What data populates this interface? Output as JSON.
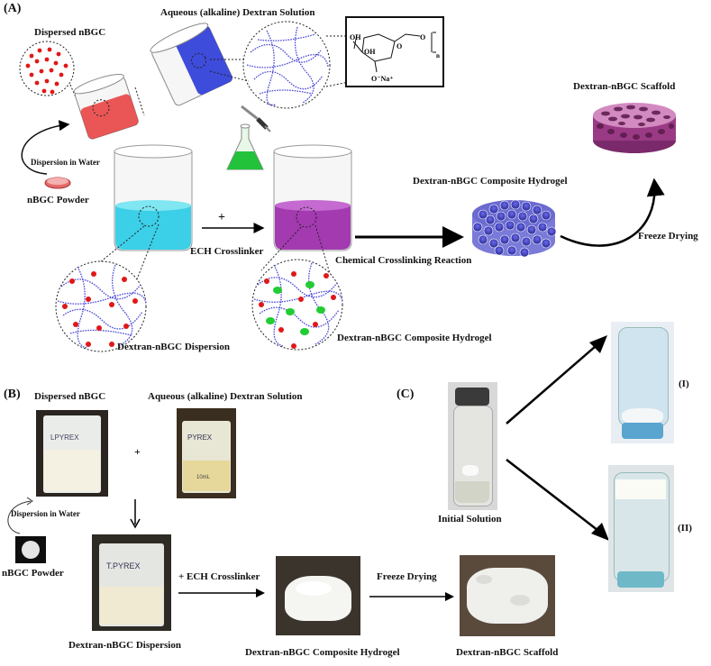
{
  "panels": {
    "a": "(A)",
    "b": "(B)",
    "c": "(C)"
  },
  "panel_a": {
    "dispersed_nbgc": "Dispersed nBGC",
    "aqueous_dextran": "Aqueous (alkaline) Dextran Solution",
    "dispersion_in_water": "Dispersion in Water",
    "nbgc_powder": "nBGC Powder",
    "plus": "+",
    "ech_crosslinker": "ECH Crosslinker",
    "chemical_crosslinking": "Chemical Crosslinking Reaction",
    "composite_hydrogel_top": "Dextran-nBGC Composite Hydrogel",
    "scaffold": "Dextran-nBGC Scaffold",
    "freeze_drying": "Freeze Drying",
    "dispersion": "Dextran-nBGC Dispersion",
    "composite_hydrogel_bottom": "Dextran-nBGC Composite Hydrogel",
    "structure": {
      "oh1": "OH",
      "oh2": "OH",
      "o_ring": "O",
      "o_link": "O",
      "ona": "O⁻Na⁺",
      "n": "n"
    }
  },
  "panel_b": {
    "dispersed_nbgc": "Dispersed nBGC",
    "aqueous_dextran": "Aqueous (alkaline) Dextran Solution",
    "plus": "+",
    "dispersion_in_water": "Dispersion in Water",
    "nbgc_powder": "nBGC Powder",
    "ech_crosslinker": "+ ECH Crosslinker",
    "freeze_drying": "Freeze Drying",
    "dispersion": "Dextran-nBGC Dispersion",
    "composite_hydrogel": "Dextran-nBGC Composite Hydrogel",
    "scaffold": "Dextran-nBGC Scaffold",
    "beaker_text_1": "LPYREX",
    "beaker_text_2": "PYREX",
    "beaker_text_3": "T.PYREX",
    "beaker_volume": "10mL"
  },
  "panel_c": {
    "initial_solution": "Initial Solution",
    "result_1": "(I)",
    "result_2": "(II)"
  },
  "colors": {
    "cyan_solution": "#3ccfe8",
    "purple_solution": "#a33ab0",
    "red_solution": "#e83a3a",
    "blue_solution": "#2a3ad8",
    "green_flask": "#22c23a",
    "particle_red": "#e01818",
    "chain_blue": "#4a4ad8",
    "crosslink_green": "#22cc33"
  }
}
